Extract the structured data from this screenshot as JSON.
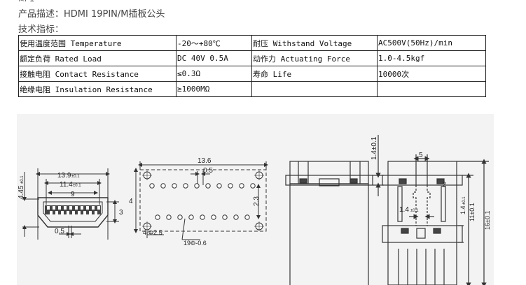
{
  "header": {
    "top_fragment": "图 1",
    "product_description": "产品描述：HDMI 19PIN/M插板公头",
    "tech_specs_label": "技术指标："
  },
  "spec_table": [
    [
      "使用温度范围 Temperature",
      "-20～+80℃",
      "耐压 Withstand Voltage",
      "AC500V(50Hz)/min"
    ],
    [
      "额定负荷 Rated Load",
      "DC 40V 0.5A",
      "动作力 Actuating Force",
      "1.0-4.5kgf"
    ],
    [
      "接触电阻 Contact Resistance",
      "≤0.3Ω",
      "寿命 Life",
      "10000次"
    ],
    [
      "绝缘电阻 Insulation Resistance",
      "≥1000MΩ",
      "",
      ""
    ]
  ],
  "drawing": {
    "front_view": {
      "dim_overall_width": "13.9",
      "dim_overall_width_tol": "±0.1",
      "dim_inner_width": "11.4",
      "dim_inner_width_tol": "±0.1",
      "dim_contact_span": "9",
      "dim_height": "4.45",
      "dim_height_tol": "±0.1",
      "dim_inner_height": "3",
      "dim_pitch": "0.5"
    },
    "pcb_layout": {
      "dim_width": "13.6",
      "dim_pitch": "0.5",
      "dim_height": "4",
      "dim_row_spacing": "2.3",
      "mount_hole_label": "4-Φ2.5",
      "pin_hole_label": "19Φ-0.6"
    },
    "top_view": {},
    "side_view": {
      "dim_top": "1.4±0.1",
      "dim_slot": "5",
      "dim_ref": "2",
      "dim_lower": "1.4",
      "dim_lower_tol": "±0.1",
      "dim_step": "1.4",
      "dim_step_tol": "±0.1",
      "dim_inner": "11±0.1",
      "dim_overall": "16±0.1"
    }
  }
}
